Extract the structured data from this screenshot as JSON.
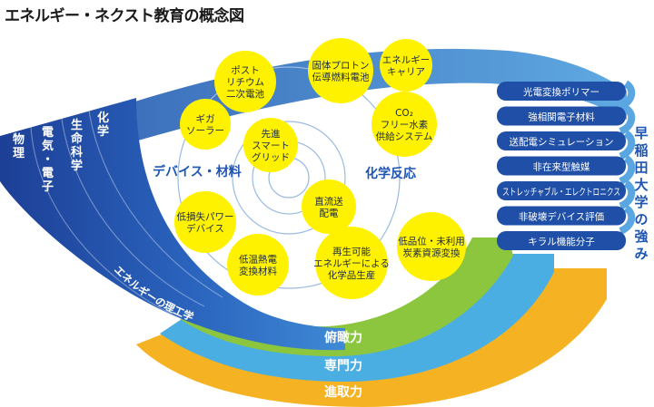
{
  "title": "エネルギー・ネクスト教育の概念図",
  "side_title": "早稲田大学の強み",
  "fields": [
    "物理",
    "電気・電子",
    "生命科学",
    "化学"
  ],
  "arc_label": "エネルギーの理工学",
  "skills": [
    "俯瞰力",
    "専門力",
    "進取力"
  ],
  "group_labels": {
    "device": "デバイス・材料",
    "chemical": "化学反応"
  },
  "outer_topics": [
    {
      "lines": [
        "ポスト",
        "リチウム",
        "二次電池"
      ]
    },
    {
      "lines": [
        "固体プロトン",
        "伝導燃料電池"
      ]
    },
    {
      "lines": [
        "エネルギー",
        "キャリア"
      ]
    },
    {
      "lines": [
        "CO₂",
        "フリー水素",
        "供給システム"
      ]
    },
    {
      "lines": [
        "低品位・未利用",
        "炭素資源変換"
      ]
    },
    {
      "lines": [
        "再生可能",
        "エネルギーによる",
        "化学品生産"
      ]
    },
    {
      "lines": [
        "低温熱電",
        "変換材料"
      ]
    },
    {
      "lines": [
        "低損失パワー",
        "デバイス"
      ]
    },
    {
      "lines": [
        "ギガ",
        "ソーラー"
      ]
    }
  ],
  "inner_topics": [
    {
      "lines": [
        "先進",
        "スマート",
        "グリッド"
      ]
    },
    {
      "lines": [
        "直流送",
        "配電"
      ]
    }
  ],
  "strengths": [
    "光電変換ポリマー",
    "強相関電子材料",
    "送配電シミュレーション",
    "非在来型触媒",
    "ストレッチャブル・エレクトロニクス",
    "非破壊デバイス評価",
    "キラル機能分子"
  ],
  "colors": {
    "circle_fill": "#fff200",
    "dark_blue": "#1f4fa6",
    "mid_blue": "#2a6fc4",
    "light_blue": "#5aa6e0",
    "green": "#8cc63f",
    "sky": "#4aaee3",
    "orange": "#f5b324",
    "accent_text": "#1f55b3"
  }
}
